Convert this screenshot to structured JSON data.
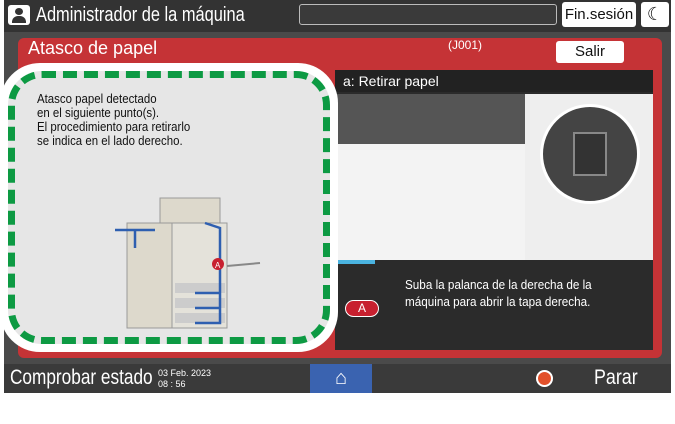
{
  "topbar": {
    "user_title": "Administrador de la máquina",
    "logout_label": "Fin.sesión",
    "sleep_icon": "moon-icon"
  },
  "dialog": {
    "title": "Atasco de papel",
    "code": "(J001)",
    "exit_label": "Salir",
    "step_header": "a: Retirar papel",
    "instruction_line1": "Suba la palanca de la derecha de la",
    "instruction_line2": "máquina para abrir la tapa derecha.",
    "location_badge": "A"
  },
  "callout": {
    "line1": "Atasco papel detectado",
    "line2": "en el siguiente punto(s).",
    "line3": "El procedimiento para retirarlo",
    "line4": "se indica en el lado derecho.",
    "marker": "A",
    "border_color": "#0d9a43"
  },
  "bottombar": {
    "check_status": "Comprobar estado",
    "date": "03 Feb. 2023",
    "time": "08 : 56",
    "stop_label": "Parar",
    "home_color": "#3a63b0"
  }
}
